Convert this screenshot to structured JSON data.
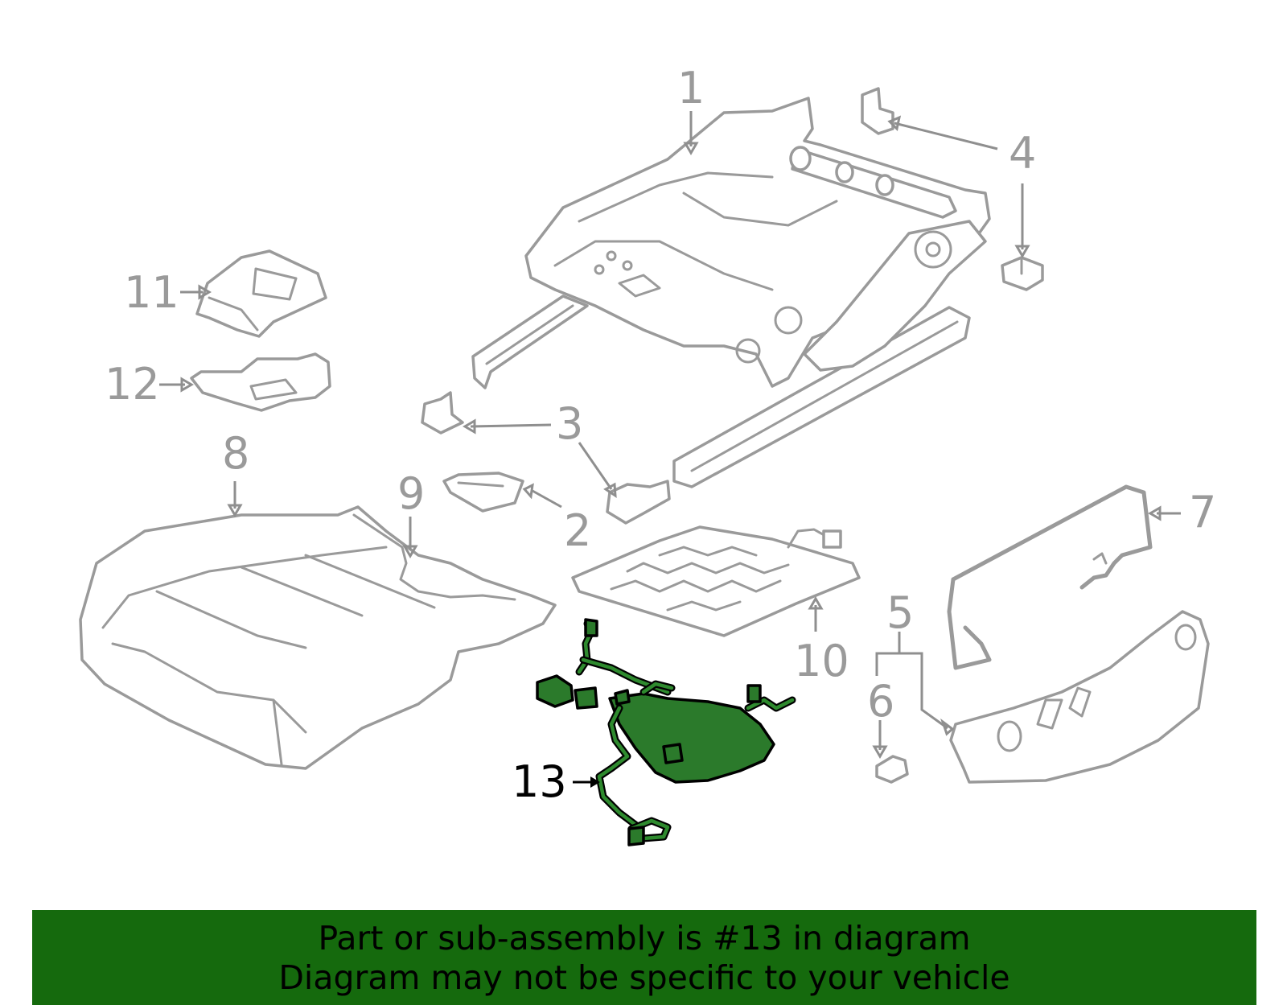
{
  "diagram": {
    "callouts": {
      "c1": "1",
      "c2": "2",
      "c3": "3",
      "c4": "4",
      "c5": "5",
      "c6": "6",
      "c7": "7",
      "c8": "8",
      "c9": "9",
      "c10": "10",
      "c11": "11",
      "c12": "12",
      "c13": "13"
    },
    "highlighted_part": "13",
    "highlight_color": "#2b7a2b",
    "part_outline_color": "#9a9a9a"
  },
  "banner": {
    "line1": "Part or sub-assembly is #13 in diagram",
    "line2": "Diagram may not be specific to your vehicle",
    "background_color": "#156a0d"
  }
}
